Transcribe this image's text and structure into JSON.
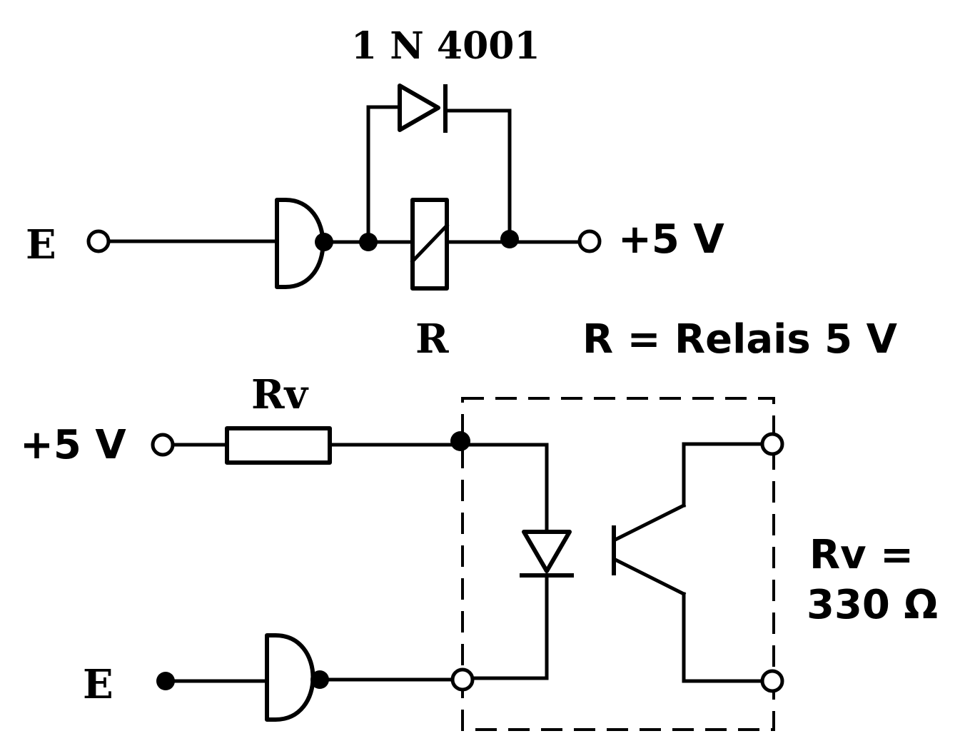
{
  "top_circuit": {
    "input_label": "E",
    "diode_label": "1 N 4001",
    "supply_label": "+5 V",
    "relay_label": "R",
    "relay_note": "R = Relais 5 V"
  },
  "bottom_circuit": {
    "input_label": "E",
    "supply_label": "+5 V",
    "resistor_label": "Rv",
    "resistor_value_line1": "Rv =",
    "resistor_value_line2": "330 Ω"
  }
}
